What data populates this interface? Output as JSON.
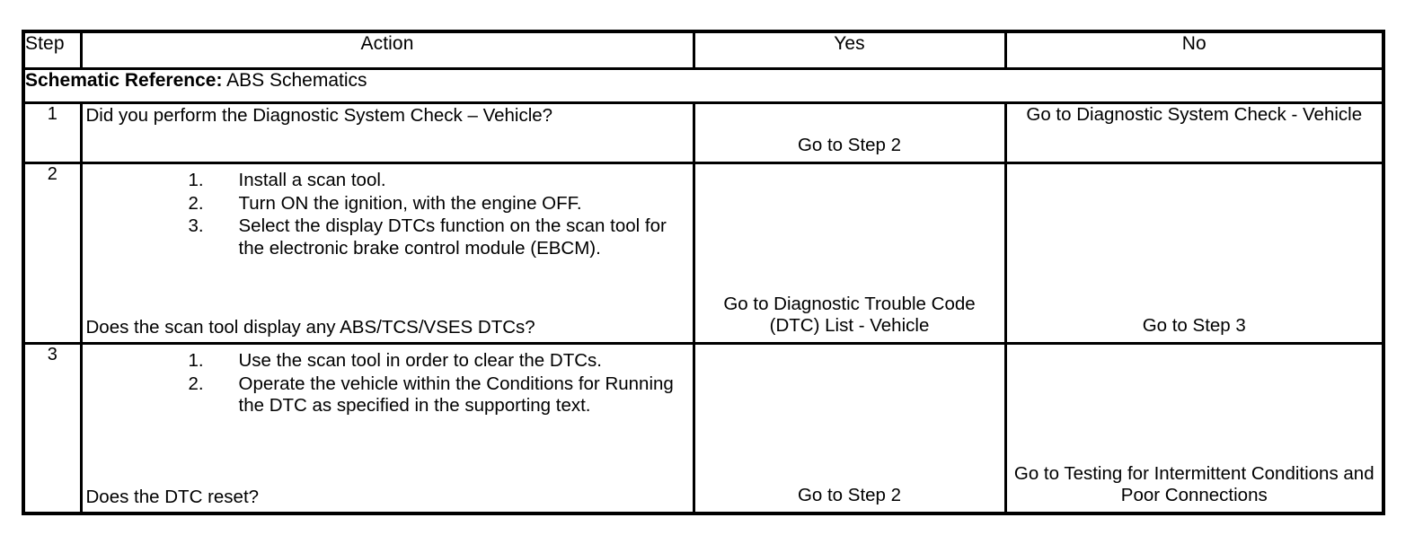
{
  "table": {
    "headers": {
      "step": "Step",
      "action": "Action",
      "yes": "Yes",
      "no": "No"
    },
    "schematic_reference": {
      "label": "Schematic Reference:",
      "value": "ABS Schematics"
    },
    "rows": [
      {
        "step": "1",
        "question": "Did you perform the Diagnostic System Check – Vehicle?",
        "substeps": [],
        "yes": "Go to Step 2",
        "no": "Go to Diagnostic System Check - Vehicle"
      },
      {
        "step": "2",
        "substeps": [
          {
            "num": "1.",
            "text": "Install a scan tool."
          },
          {
            "num": "2.",
            "text": "Turn ON the ignition, with the engine OFF."
          },
          {
            "num": "3.",
            "text": "Select the display DTCs function on the scan tool for the electronic brake control module (EBCM)."
          }
        ],
        "question": "Does the scan tool display any ABS/TCS/VSES DTCs?",
        "yes": "Go to Diagnostic Trouble Code (DTC) List - Vehicle",
        "no": "Go to Step 3"
      },
      {
        "step": "3",
        "substeps": [
          {
            "num": "1.",
            "text": "Use the scan tool in order to clear the DTCs."
          },
          {
            "num": "2.",
            "text": "Operate the vehicle within the Conditions for Running the DTC as specified in the supporting text."
          }
        ],
        "question": "Does the DTC reset?",
        "yes": "Go to Step 2",
        "no": "Go to Testing for Intermittent Conditions and Poor Connections"
      }
    ]
  },
  "colors": {
    "border": "#000000",
    "text": "#000000",
    "background": "#ffffff"
  }
}
